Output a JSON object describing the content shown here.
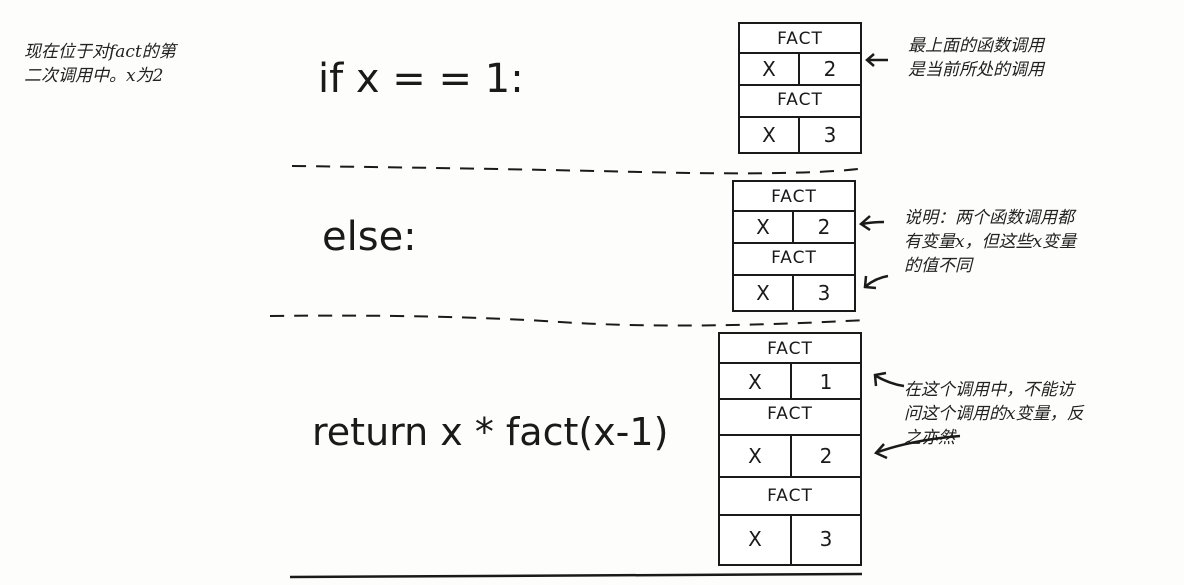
{
  "intro_note": [
    "现在位于对fact的第",
    "二次调用中。x为2"
  ],
  "sections": [
    {
      "code": "if x = = 1:",
      "stack": [
        {
          "title": "FACT",
          "var": "X",
          "value": "2"
        },
        {
          "title": "FACT",
          "var": "X",
          "value": "3"
        }
      ],
      "annotation": [
        "最上面的函数调用",
        "是当前所处的调用"
      ]
    },
    {
      "code": "else:",
      "stack": [
        {
          "title": "FACT",
          "var": "X",
          "value": "2"
        },
        {
          "title": "FACT",
          "var": "X",
          "value": "3"
        }
      ],
      "annotation": [
        "说明：两个函数调用都",
        "有变量x，但这些x变量",
        "的值不同"
      ]
    },
    {
      "code": "return x * fact(x-1)",
      "stack": [
        {
          "title": "FACT",
          "var": "X",
          "value": "1"
        },
        {
          "title": "FACT",
          "var": "X",
          "value": "2"
        },
        {
          "title": "FACT",
          "var": "X",
          "value": "3"
        }
      ],
      "annotation": [
        "在这个调用中，不能访",
        "问这个调用的x变量，反",
        "之亦然"
      ]
    }
  ],
  "colors": {
    "ink": "#1a1a1a",
    "paper": "#fdfdfb"
  }
}
